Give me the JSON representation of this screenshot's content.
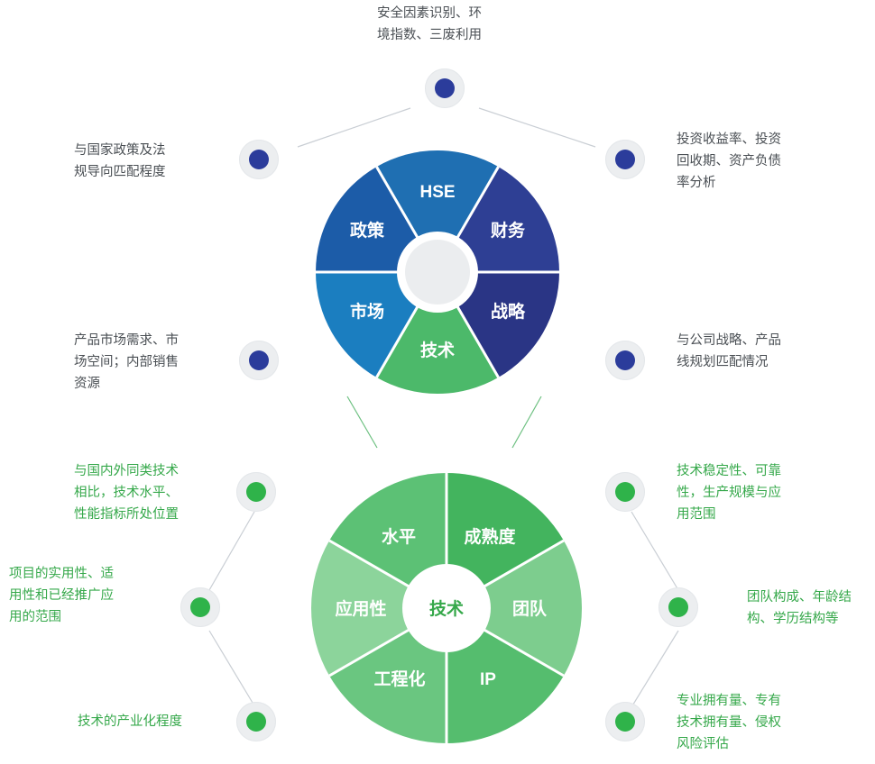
{
  "diagram": {
    "title": "",
    "colors": {
      "node_blue": "#2b3c9b",
      "node_green": "#2fb34a",
      "node_ring": "#eceef0",
      "label_gray": "#4a4f54",
      "label_green": "#35a84a",
      "connector_gray": "#c9ced4",
      "connector_green": "#6cc080"
    },
    "top_wheel": {
      "hub_label": "",
      "segments": [
        {
          "name": "hse-segment",
          "label": "HSE",
          "color": "#1f6fb2"
        },
        {
          "name": "finance-segment",
          "label": "财务",
          "color": "#2e3f94"
        },
        {
          "name": "strategy-segment",
          "label": "战略",
          "color": "#2a3585"
        },
        {
          "name": "technology-segment",
          "label": "技术",
          "color": "#4cb96a"
        },
        {
          "name": "market-segment",
          "label": "市场",
          "color": "#1b7ec0"
        },
        {
          "name": "policy-segment",
          "label": "政策",
          "color": "#1c5ca8"
        }
      ]
    },
    "bottom_wheel": {
      "hub_label": "技术",
      "segments": [
        {
          "name": "maturity-segment",
          "label": "成熟度",
          "color": "#43b45e"
        },
        {
          "name": "team-segment",
          "label": "团队",
          "color": "#7dcd8e"
        },
        {
          "name": "ip-segment",
          "label": "IP",
          "color": "#55bd6e"
        },
        {
          "name": "engineering-segment",
          "label": "工程化",
          "color": "#6ac680"
        },
        {
          "name": "applicability-segment",
          "label": "应用性",
          "color": "#8cd49b"
        },
        {
          "name": "level-segment",
          "label": "水平",
          "color": "#5cc175"
        }
      ]
    },
    "top_callouts": [
      {
        "name": "callout-hse",
        "text": "安全因素识别、环\n境指数、三废利用",
        "color": "gray"
      },
      {
        "name": "callout-policy",
        "text": "与国家政策及法\n规导向匹配程度",
        "color": "gray"
      },
      {
        "name": "callout-finance",
        "text": "投资收益率、投资\n回收期、资产负债\n率分析",
        "color": "gray"
      },
      {
        "name": "callout-market",
        "text": "产品市场需求、市\n场空间；内部销售\n资源",
        "color": "gray"
      },
      {
        "name": "callout-strategy",
        "text": "与公司战略、产品\n线规划匹配情况",
        "color": "gray"
      }
    ],
    "bottom_callouts": [
      {
        "name": "callout-level",
        "text": "与国内外同类技术\n相比，技术水平、\n性能指标所处位置",
        "color": "green"
      },
      {
        "name": "callout-maturity",
        "text": "技术稳定性、可靠\n性，生产规模与应\n用范围",
        "color": "green"
      },
      {
        "name": "callout-applicability",
        "text": "项目的实用性、适\n用性和已经推广应\n用的范围",
        "color": "green"
      },
      {
        "name": "callout-team",
        "text": "团队构成、年龄结\n构、学历结构等",
        "color": "green"
      },
      {
        "name": "callout-engineering",
        "text": "技术的产业化程度",
        "color": "green"
      },
      {
        "name": "callout-ip",
        "text": "专业拥有量、专有\n技术拥有量、侵权\n风险评估",
        "color": "green"
      }
    ]
  }
}
